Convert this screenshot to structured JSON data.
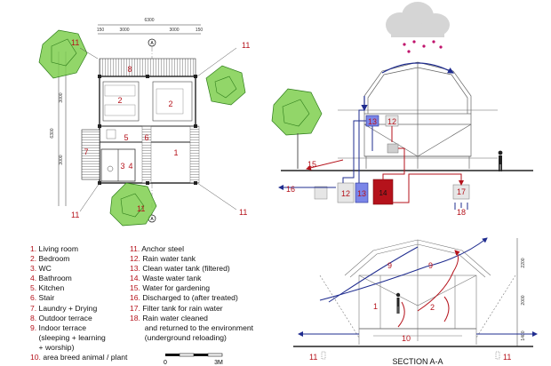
{
  "plan": {
    "dim_top": "6300",
    "dim_sub": [
      "150",
      "3000",
      "3000",
      "150"
    ],
    "dim_left_total": "6300",
    "dim_left": [
      "3000",
      "3000"
    ],
    "section_mark": "A",
    "rooms": [
      "8",
      "2",
      "2",
      "5",
      "6",
      "7",
      "1",
      "3",
      "4"
    ],
    "anchor_labels": [
      "11",
      "11",
      "11",
      "11",
      "11"
    ]
  },
  "water": {
    "labels": [
      "12",
      "13",
      "12",
      "13",
      "14",
      "15",
      "16",
      "17",
      "18"
    ]
  },
  "section": {
    "title": "SECTION A-A",
    "labels": [
      "9",
      "9",
      "1",
      "2",
      "10",
      "11",
      "11"
    ],
    "dims": [
      "2200",
      "2000",
      "1400"
    ]
  },
  "scale": {
    "start": "0",
    "end": "3M"
  },
  "legend_left": [
    {
      "num": "1.",
      "text": "Living room"
    },
    {
      "num": "2.",
      "text": "Bedroom"
    },
    {
      "num": "3.",
      "text": "WC"
    },
    {
      "num": "4.",
      "text": "Bathroom"
    },
    {
      "num": "5.",
      "text": "Kitchen"
    },
    {
      "num": "6.",
      "text": "Stair"
    },
    {
      "num": "7.",
      "text": "Laundry + Drying"
    },
    {
      "num": "8.",
      "text": "Outdoor terrace"
    },
    {
      "num": "9.",
      "text": "Indoor terrace"
    },
    {
      "num": "",
      "text": "(sleeping + learning"
    },
    {
      "num": "",
      "text": "+ worship)"
    },
    {
      "num": "10.",
      "text": "area breed animal / plant"
    }
  ],
  "legend_right": [
    {
      "num": "11.",
      "text": "Anchor steel"
    },
    {
      "num": "12.",
      "text": "Rain water tank"
    },
    {
      "num": "13.",
      "text": "Clean water tank (filtered)"
    },
    {
      "num": "14.",
      "text": "Waste water tank"
    },
    {
      "num": "15.",
      "text": "Water for gardening"
    },
    {
      "num": "16.",
      "text": "Discharged to (after treated)"
    },
    {
      "num": "17.",
      "text": "Filter tank for rain water"
    },
    {
      "num": "18.",
      "text": "Rain water cleaned"
    },
    {
      "num": "",
      "text": "and returned to the environment"
    },
    {
      "num": "",
      "text": "(underground reloading)"
    }
  ],
  "colors": {
    "label": "#b5121b",
    "water_line": "#1f2c8f",
    "waste_line": "#b5121b",
    "tree": "#7fcf4f",
    "cloud": "#d5d5d5",
    "rain": "#c0126b"
  }
}
